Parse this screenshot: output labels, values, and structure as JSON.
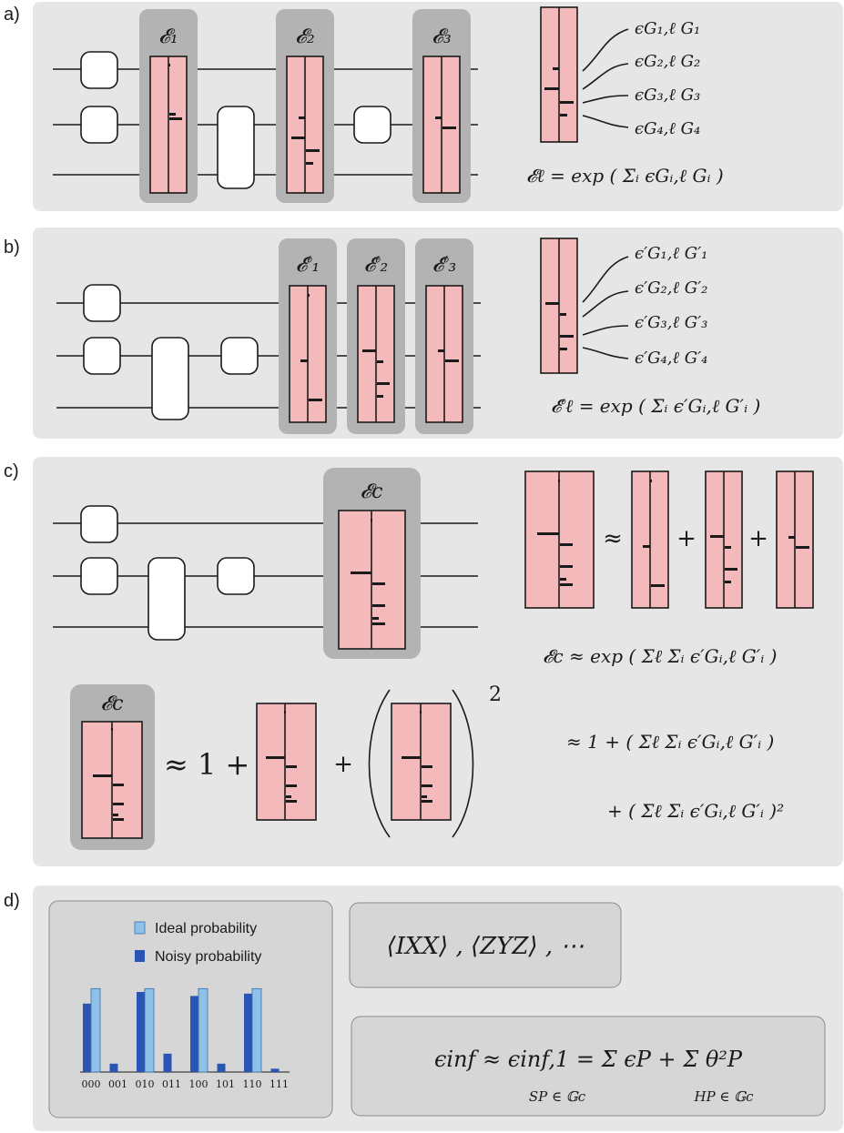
{
  "panel_labels": [
    "a)",
    "b)",
    "c)",
    "d)"
  ],
  "panel_a": {
    "errors": [
      "𝓔₁",
      "𝓔₂",
      "𝓔₃"
    ],
    "terms": [
      "ϵG₁,ℓ G₁",
      "ϵG₂,ℓ G₂",
      "ϵG₃,ℓ G₃",
      "ϵG₄,ℓ G₄"
    ],
    "formula": "𝓔ℓ = exp ( Σᵢ ϵGᵢ,ℓ Gᵢ )"
  },
  "panel_b": {
    "errors": [
      "𝓔′₁",
      "𝓔′₂",
      "𝓔′₃"
    ],
    "terms": [
      "ϵ′G₁,ℓ G′₁",
      "ϵ′G₂,ℓ G′₂",
      "ϵ′G₃,ℓ G′₃",
      "ϵ′G₄,ℓ G′₄"
    ],
    "formula": "𝓔′ℓ = exp ( Σᵢ ϵ′Gᵢ,ℓ G′ᵢ )"
  },
  "panel_c": {
    "error": "𝓔c",
    "approx": "≈",
    "plus": "+",
    "formula_exp": "𝓔c ≈ exp ( Σℓ Σᵢ ϵ′Gᵢ,ℓ G′ᵢ )",
    "formula_first": "≈ 1 + ( Σℓ Σᵢ ϵ′Gᵢ,ℓ G′ᵢ )",
    "formula_second": "+ ( Σℓ Σᵢ ϵ′Gᵢ,ℓ G′ᵢ )²",
    "bottom_error": "𝓔c",
    "bottom_expansion": "≈ 1 +",
    "bottom_plus": "+",
    "bottom_exponent": "2"
  },
  "panel_d": {
    "legend": {
      "ideal": "Ideal probability",
      "noisy": "Noisy probability"
    },
    "observables": "⟨IXX⟩ , ⟨ZYZ⟩ , ⋯",
    "formula": "ϵinf ≈ ϵinf,1 = Σ ϵP + Σ θ²P",
    "sum1_sub": "SP ∈ 𝔾c",
    "sum2_sub": "HP ∈ 𝔾c"
  },
  "colors": {
    "ideal": "#8ec2e8",
    "noisy": "#2a55b5",
    "pink": "#f4b9bb",
    "panel": "#e6e6e6",
    "error_box": "#b3b3b3"
  },
  "chart_data": {
    "type": "bar",
    "categories": [
      "000",
      "001",
      "010",
      "011",
      "100",
      "101",
      "110",
      "111"
    ],
    "series": [
      {
        "name": "Ideal probability",
        "values": [
          0.25,
          0,
          0.25,
          0,
          0.25,
          0,
          0.25,
          0
        ]
      },
      {
        "name": "Noisy probability",
        "values": [
          0.205,
          0.025,
          0.24,
          0.055,
          0.228,
          0.025,
          0.235,
          0.01
        ]
      }
    ],
    "title": "",
    "xlabel": "",
    "ylabel": "",
    "ylim": [
      0,
      0.3
    ],
    "grid": false,
    "legend": "top"
  }
}
